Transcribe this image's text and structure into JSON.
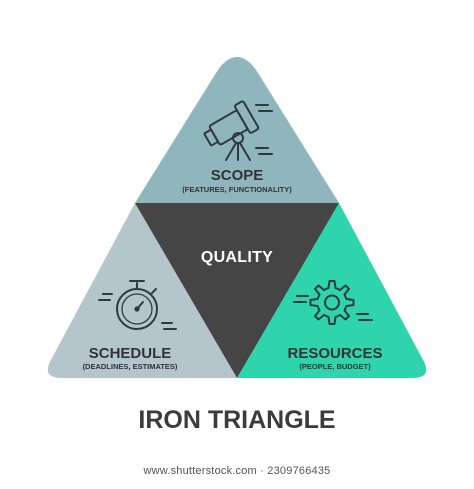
{
  "diagram": {
    "title": "IRON TRIANGLE",
    "center": {
      "label": "QUALITY"
    },
    "sections": {
      "scope": {
        "title": "SCOPE",
        "subtitle": "(FEATURES, FUNCTIONALITY)",
        "icon": "telescope-icon",
        "color": "#8fb6bd"
      },
      "schedule": {
        "title": "SCHEDULE",
        "subtitle": "(DEADLINES, ESTIMATES)",
        "icon": "stopwatch-icon",
        "color": "#b4c5cb"
      },
      "resources": {
        "title": "RESOURCES",
        "subtitle": "(PEOPLE, BUDGET)",
        "icon": "gear-icon",
        "color": "#2dd4ac"
      }
    },
    "center_color": "#454545"
  },
  "footer": {
    "watermark": "www.shutterstock.com · 2309766435"
  }
}
